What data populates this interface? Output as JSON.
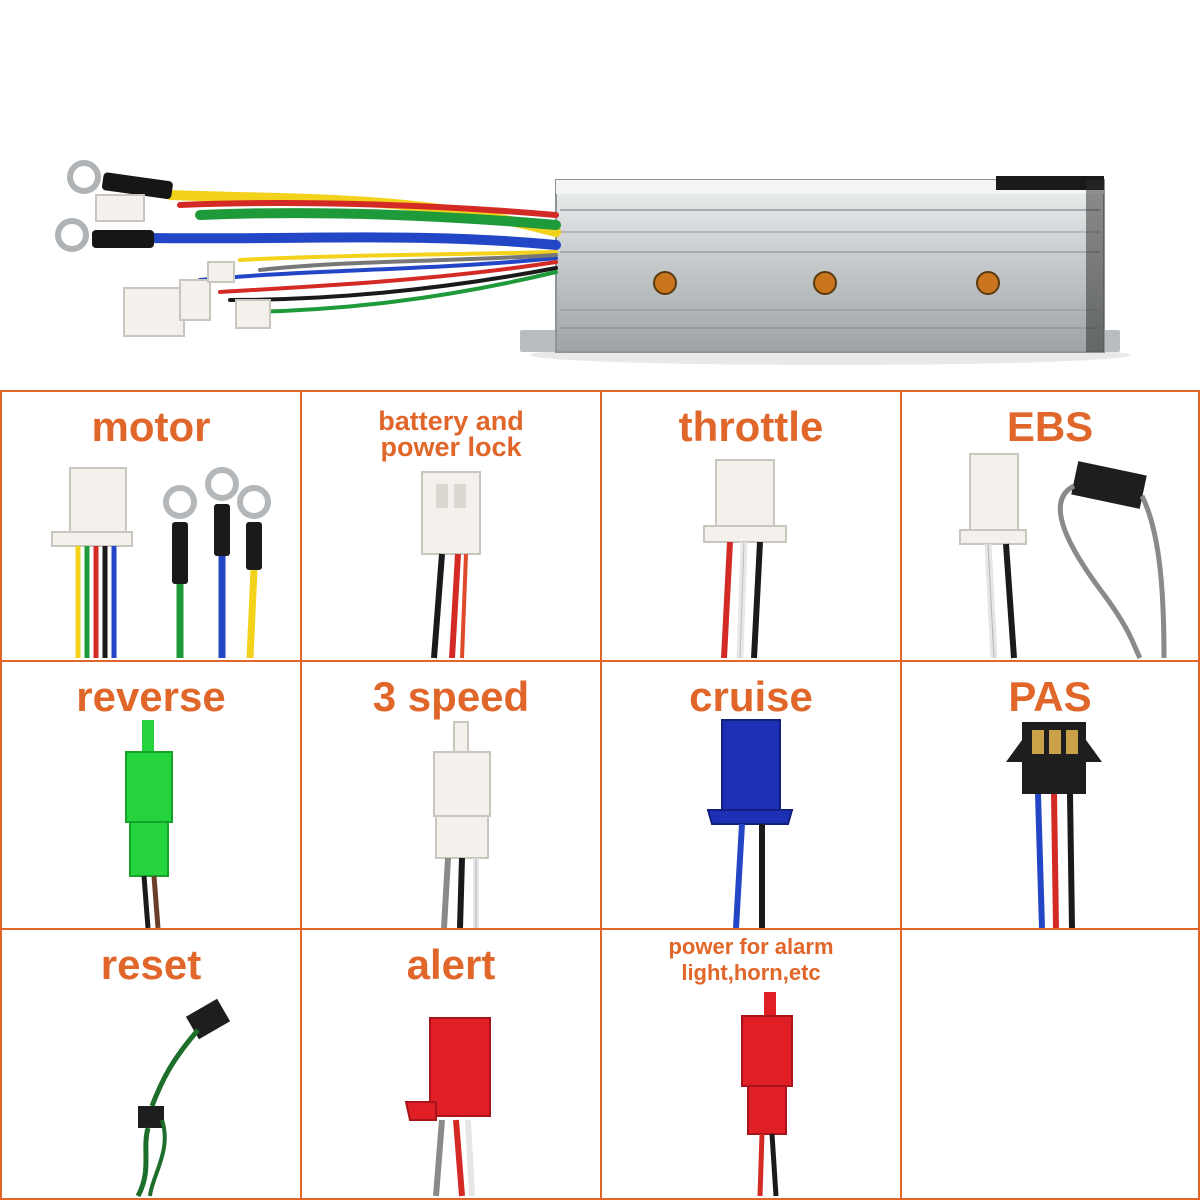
{
  "product": {
    "image_name": "brushless-ebike-controller"
  },
  "connectors": [
    {
      "id": "motor",
      "label_lines": [
        "motor"
      ]
    },
    {
      "id": "battery",
      "label_lines": [
        "battery and",
        "power lock"
      ]
    },
    {
      "id": "throttle",
      "label_lines": [
        "throttle"
      ]
    },
    {
      "id": "ebs",
      "label_lines": [
        "EBS"
      ]
    },
    {
      "id": "reverse",
      "label_lines": [
        "reverse"
      ]
    },
    {
      "id": "speed",
      "label_lines": [
        "3 speed"
      ]
    },
    {
      "id": "cruise",
      "label_lines": [
        "cruise"
      ]
    },
    {
      "id": "pas",
      "label_lines": [
        "PAS"
      ]
    },
    {
      "id": "reset",
      "label_lines": [
        "reset"
      ]
    },
    {
      "id": "alert",
      "label_lines": [
        "alert"
      ]
    },
    {
      "id": "alarm",
      "label_lines": [
        "power for alarm",
        "light,horn,etc"
      ]
    }
  ],
  "colors": {
    "label_orange": "#e0662a",
    "border_orange": "#e0662a",
    "wire_red": "#d42a25",
    "wire_yellow": "#f2d21a",
    "wire_green": "#1e9a3a",
    "wire_blue": "#2346c7",
    "wire_black": "#1a1a1a",
    "connector_white": "#f4f1ec",
    "connector_blue": "#1d2fb5",
    "connector_green": "#25d33c",
    "connector_red": "#e01e25",
    "aluminium": "#c9ccce"
  }
}
